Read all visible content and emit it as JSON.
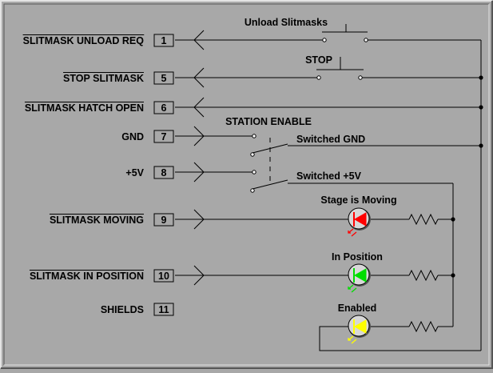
{
  "pins": [
    {
      "label": "SLITMASK UNLOAD REQ",
      "number": "1",
      "overline": true
    },
    {
      "label": "STOP SLITMASK",
      "number": "5",
      "overline": true
    },
    {
      "label": "SLITMASK HATCH OPEN",
      "number": "6",
      "overline": true
    },
    {
      "label": "GND",
      "number": "7",
      "overline": false
    },
    {
      "label": "+5V",
      "number": "8",
      "overline": false
    },
    {
      "label": "SLITMASK MOVING",
      "number": "9",
      "overline": true
    },
    {
      "label": "SLITMASK IN POSITION",
      "number": "10",
      "overline": true
    },
    {
      "label": "SHIELDS",
      "number": "11",
      "overline": false
    }
  ],
  "switches": {
    "unload": "Unload Slitmasks",
    "stop": "STOP",
    "station_enable": "STATION ENABLE",
    "switched_gnd": "Switched GND",
    "switched_5v": "Switched +5V"
  },
  "leds": [
    {
      "label": "Stage is Moving",
      "color": "#ff0000"
    },
    {
      "label": "In Position",
      "color": "#00dd00"
    },
    {
      "label": "Enabled",
      "color": "#ffff00"
    }
  ],
  "colors": {
    "background": "#a8a8a8",
    "wire": "#000000",
    "led_body": "#d8d8d8"
  }
}
